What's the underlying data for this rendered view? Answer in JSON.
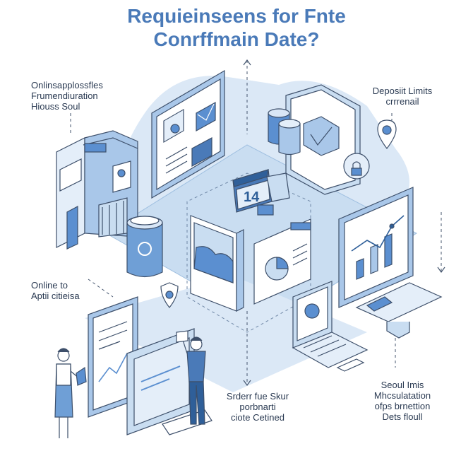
{
  "title": {
    "line1": "Requieinseens for Fnte",
    "line2": "Conrffmain Date?"
  },
  "labels": {
    "top_left": [
      "Onlinsapplossfles",
      "Frumendiuration",
      "Hiouss Soul"
    ],
    "top_right": [
      "Deposiit Limits",
      "crrrenail"
    ],
    "mid_left": [
      "Online to",
      "Aptii citieisa"
    ],
    "bottom_center": [
      "Srderr fue Skur",
      "porbnarti",
      "ciote Cetined"
    ],
    "bottom_right": [
      "Seoul Imis",
      "Mhcsulatation",
      "ofps brnettion",
      "Dets floull"
    ]
  },
  "calendar_number": "14",
  "colors": {
    "title": "#4a7ab8",
    "line": "#44556e",
    "platform": "#c9ddf1",
    "accent": "#5b8fd0",
    "light": "#e4eef9"
  }
}
